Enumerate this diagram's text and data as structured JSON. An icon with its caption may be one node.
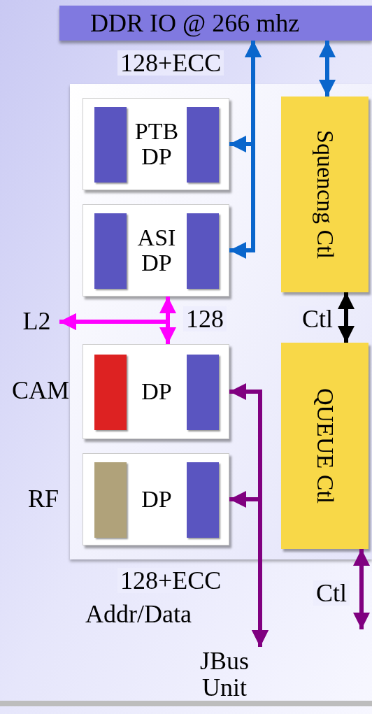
{
  "diagram": {
    "nodes": [
      {
        "text": [
          "DDR IO @ 266 mhz"
        ]
      },
      {
        "text": [],
        "shape": "box"
      },
      {
        "text": [
          "PTB DP"
        ],
        "in": 1
      },
      {
        "text": [
          "ASI DP"
        ],
        "in": 1
      },
      {
        "text": [
          "DP"
        ],
        "in": 1,
        "beside": [
          "CAM"
        ]
      },
      {
        "text": [
          "DP"
        ],
        "in": 1,
        "beside": [
          "RF"
        ]
      },
      {
        "text": [
          "Squencng Ctl"
        ],
        "in": 1
      },
      {
        "text": [
          "QUEUE Ctl"
        ],
        "in": 1
      },
      {
        "text": [
          "L2"
        ]
      },
      {
        "text": [
          "JBus Unit"
        ]
      },
      {
        "text": [],
        "shape": "bar",
        "in": 2
      },
      {
        "text": [],
        "shape": "bar",
        "in": 2
      },
      {
        "text": [],
        "shape": "bar",
        "in": 3
      },
      {
        "text": [],
        "shape": "bar",
        "in": 3
      },
      {
        "text": [],
        "shape": "bar",
        "in": 4
      },
      {
        "text": [],
        "shape": "bar",
        "in": 4
      },
      {
        "text": [],
        "shape": "bar",
        "in": 5
      },
      {
        "text": [],
        "shape": "bar",
        "in": 5
      }
    ],
    "edges": [
      {
        "from": 0,
        "to": 2,
        "arrow": "both",
        "label": "128+ECC",
        "color": "#0a66cc"
      },
      {
        "from": 0,
        "to": 3,
        "arrow": "both",
        "color": "#0a66cc"
      },
      {
        "from": 0,
        "to": 6,
        "arrow": "both",
        "color": "#0a66cc"
      },
      {
        "from": 8,
        "to": 3,
        "arrow": "both",
        "label": "128",
        "color": "#ff00ff"
      },
      {
        "from": 8,
        "to": 4,
        "arrow": "both",
        "color": "#ff00ff"
      },
      {
        "from": 6,
        "to": 7,
        "arrow": "both",
        "label": "Ctl",
        "color": "#000000"
      },
      {
        "from": 9,
        "to": 4,
        "arrow": "both",
        "label": "128+ECC",
        "color": "#800080"
      },
      {
        "from": 9,
        "to": 5,
        "arrow": "both",
        "color": "#800080"
      },
      {
        "from": 7,
        "to": null,
        "arrow": "both",
        "label": "Ctl",
        "color": "#800080"
      }
    ],
    "labels": [
      "Addr/Data"
    ]
  }
}
